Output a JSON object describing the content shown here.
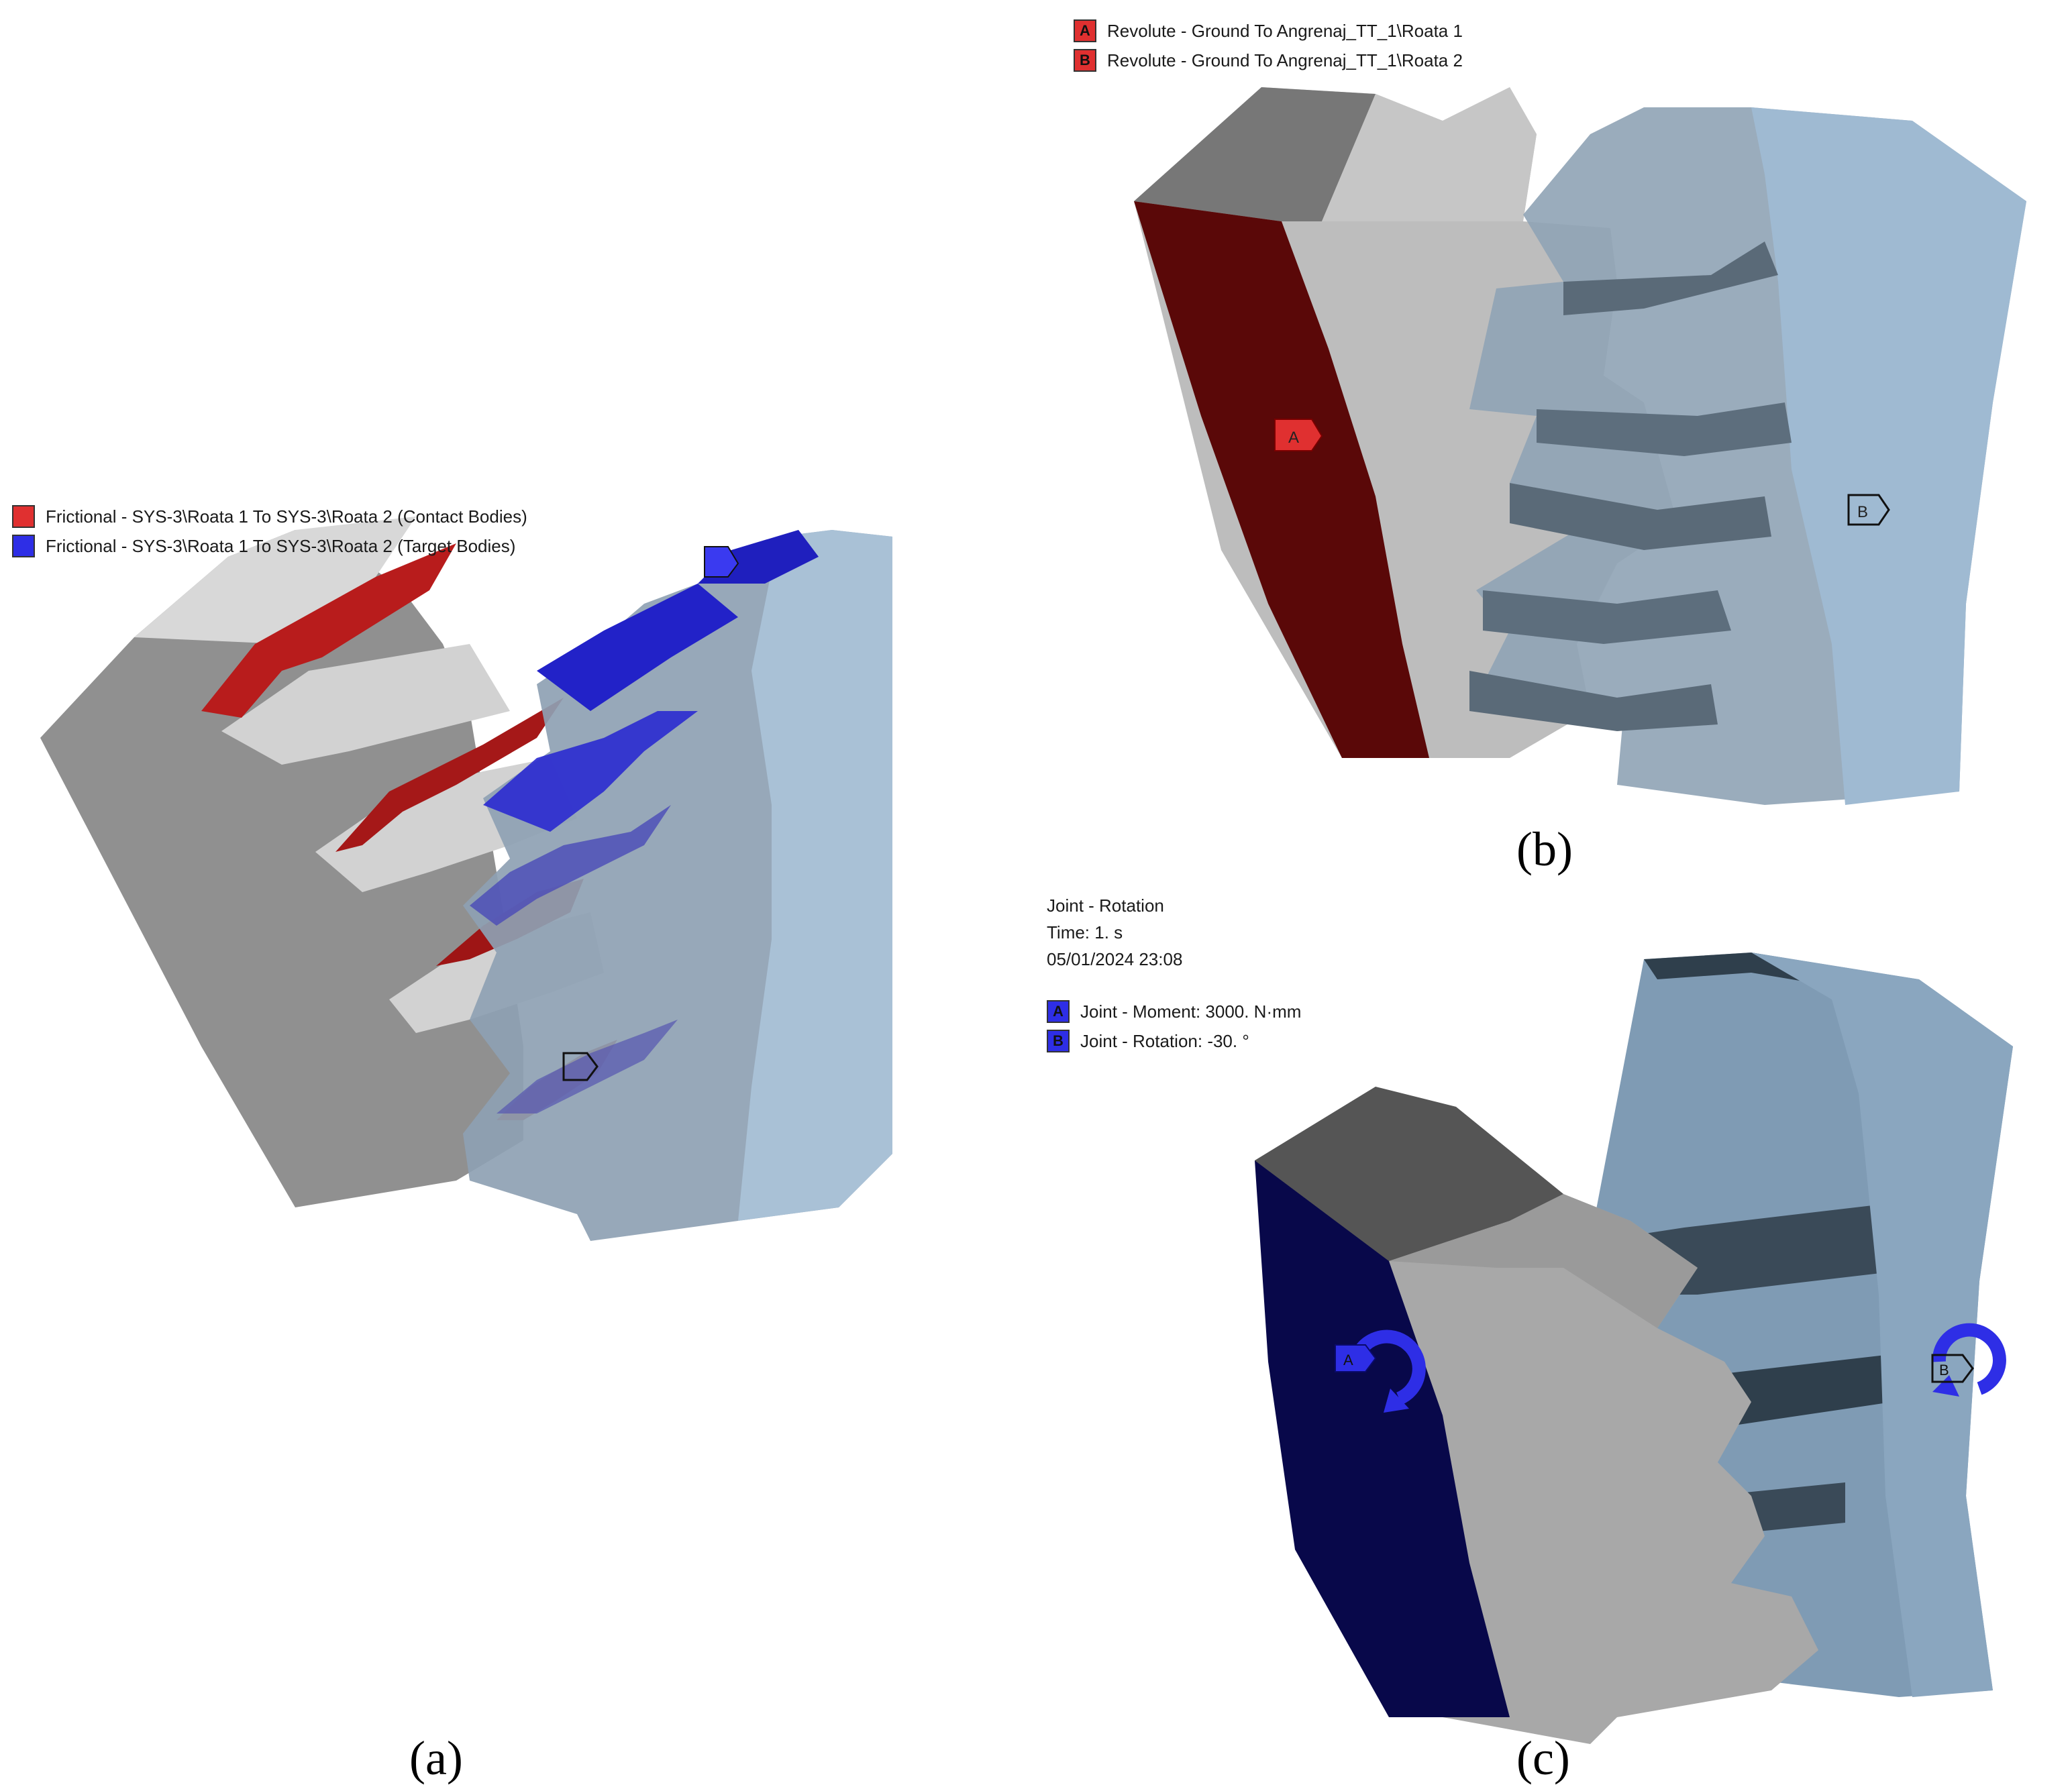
{
  "panels": {
    "a": {
      "caption": "(a)",
      "legend": [
        {
          "label": "Frictional - SYS-3\\Roata 1 To SYS-3\\Roata 2 (Contact Bodies)",
          "color": "#e03030"
        },
        {
          "label": "Frictional - SYS-3\\Roata 1 To SYS-3\\Roata 2 (Target Bodies)",
          "color": "#2e2ee6"
        }
      ]
    },
    "b": {
      "caption": "(b)",
      "legend": [
        {
          "letter": "A",
          "label": "Revolute - Ground To Angrenaj_TT_1\\Roata 1",
          "color": "#e03030"
        },
        {
          "letter": "B",
          "label": "Revolute - Ground To Angrenaj_TT_1\\Roata 2",
          "color": "#e03030"
        }
      ],
      "markers": {
        "a": "A",
        "b": "B"
      }
    },
    "c": {
      "caption": "(c)",
      "info": {
        "title": "Joint - Rotation",
        "time": "Time: 1. s",
        "date": "05/01/2024 23:08"
      },
      "legend": [
        {
          "letter": "A",
          "label": "Joint - Moment: 3000. N·mm",
          "color": "#2e2ee6"
        },
        {
          "letter": "B",
          "label": "Joint - Rotation: -30. °",
          "color": "#2e2ee6"
        }
      ],
      "markers": {
        "a": "A",
        "b": "B"
      }
    }
  },
  "colors": {
    "gear_gray": "#a6a6a6",
    "gear_dark": "#7a7a7a",
    "gear_blue": "#9fb8ce",
    "contact_red": "#b81c1c",
    "target_blue": "#2222c8",
    "joint_red_face": "#5a0808",
    "joint_blue_face": "#08084a"
  }
}
